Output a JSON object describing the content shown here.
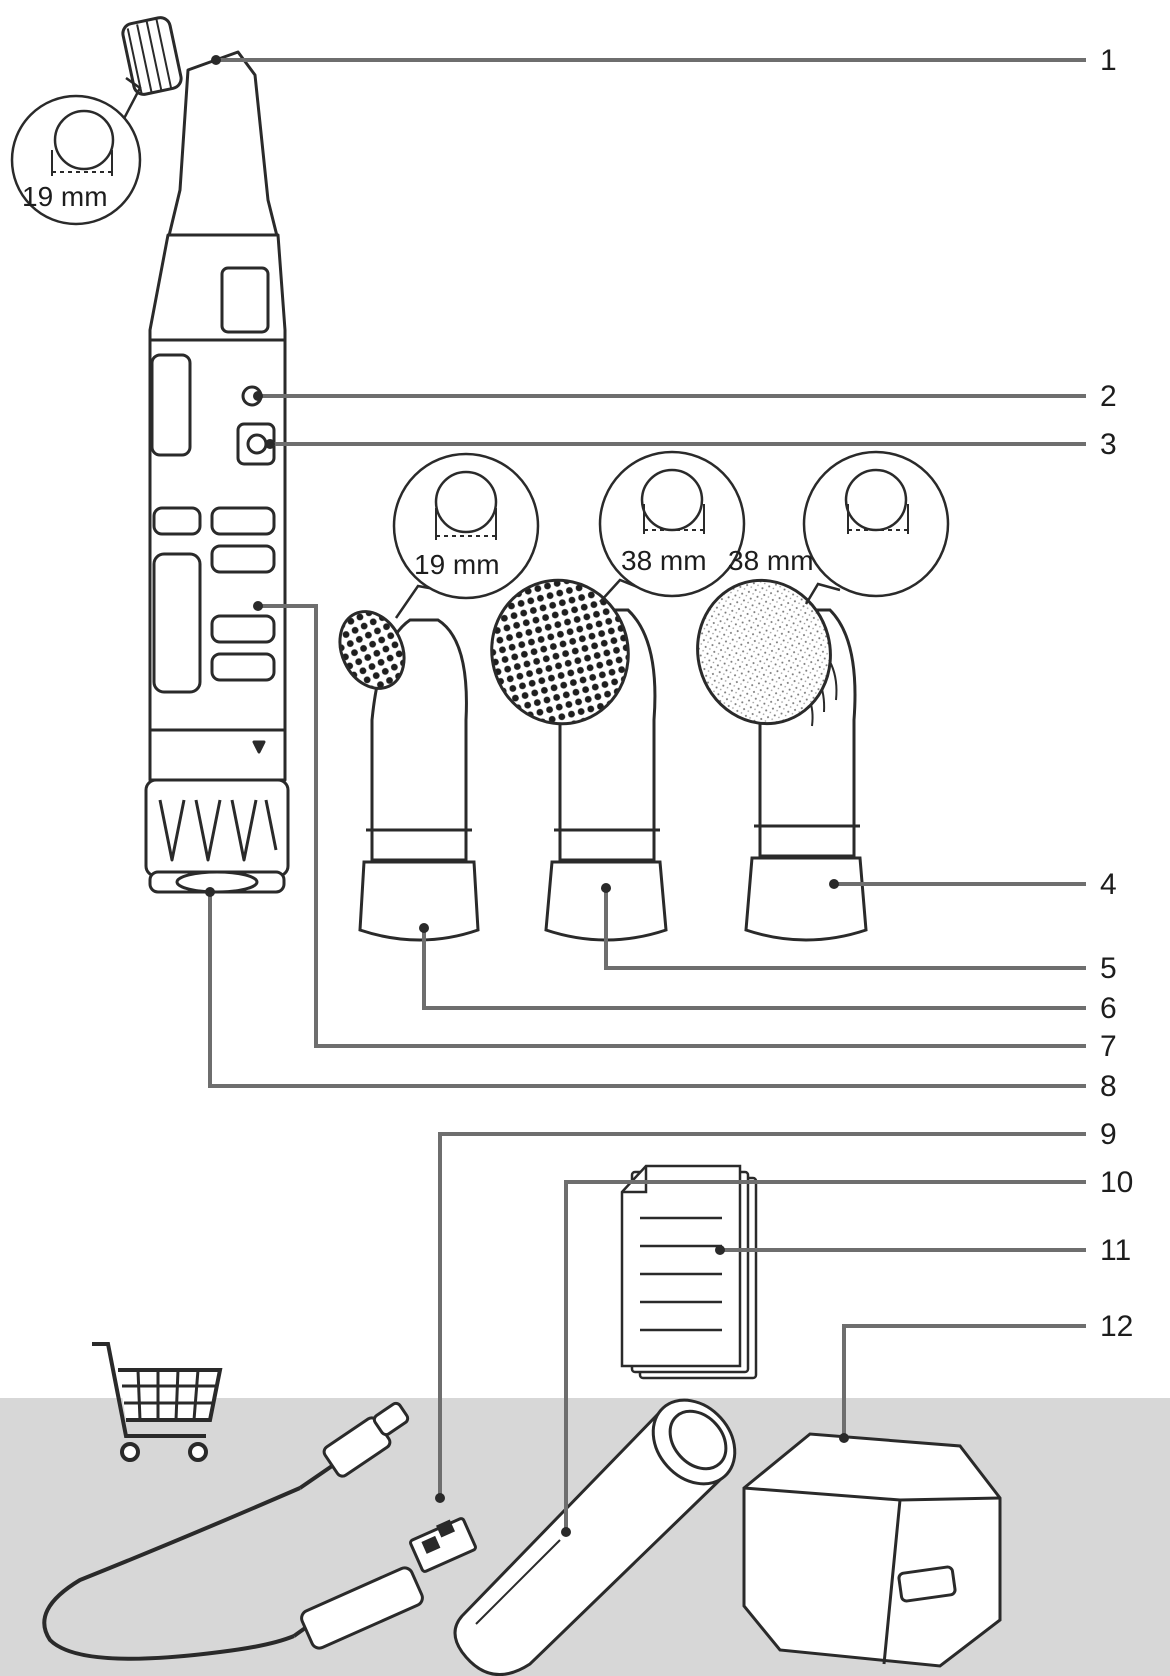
{
  "callouts": {
    "c1": "1",
    "c2": "2",
    "c3": "3",
    "c4": "4",
    "c5": "5",
    "c6": "6",
    "c7": "7",
    "c8": "8",
    "c9": "9",
    "c10": "10",
    "c11": "11",
    "c12": "12"
  },
  "dimensions": {
    "main_head": "19 mm",
    "small_brush": "19 mm",
    "large_brush": "38 mm",
    "sponge": "38 mm"
  },
  "icons": {
    "cart": "shopping-cart-icon"
  },
  "colors": {
    "line": "#2a2a2a",
    "leader": "#6e6e6e",
    "floor": "#d7d7d7",
    "background": "#ffffff"
  }
}
